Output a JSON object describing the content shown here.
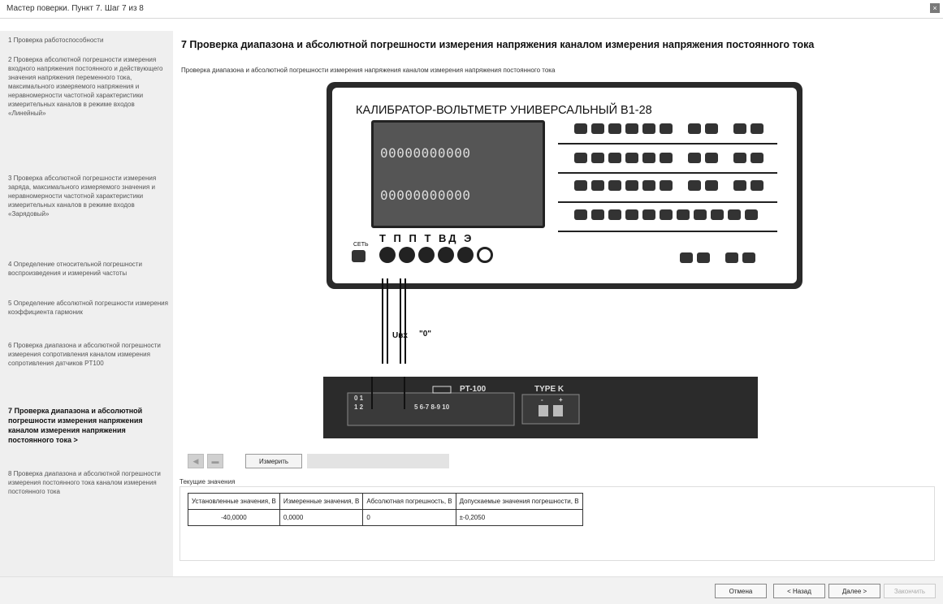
{
  "window": {
    "title": "Мастер поверки. Пункт 7. Шаг 7 из 8",
    "close_label": "×"
  },
  "sidebar": {
    "items": [
      {
        "label": "1 Проверка работоспособности"
      },
      {
        "label": "2 Проверка абсолютной погрешности измерения входного напряжения постоянного и действующего значения напряжения переменного тока, максимального измеряемого напряжения и неравномерности частотной характеристики измерительных каналов в режиме входов «Линейный»"
      },
      {
        "label": "3 Проверка абсолютной погрешности измерения заряда, максимального измеряемого значения и неравномерности частотной характеристики измерительных каналов в режиме входов «Зарядовый»"
      },
      {
        "label": "4 Определение относительной погрешности воспроизведения и измерений частоты"
      },
      {
        "label": "5 Определение абсолютной погрешности измерения коэффициента гармоник"
      },
      {
        "label": "6 Проверка диапазона и абсолютной погрешности измерения сопротивления каналом измерения сопротивления датчиков PT100"
      },
      {
        "label": "7 Проверка диапазона и абсолютной погрешности измерения напряжения каналом измерения напряжения постоянного тока >"
      },
      {
        "label": "8 Проверка диапазона и абсолютной погрешности измерения постоянного тока каналом измерения постоянного тока"
      }
    ]
  },
  "main": {
    "heading": "7 Проверка диапазона и абсолютной погрешности измерения напряжения каналом измерения напряжения постоянного тока",
    "subtitle": "Проверка диапазона и абсолютной погрешности измерения напряжения каналом измерения напряжения постоянного тока"
  },
  "device": {
    "title": "КАЛИБРАТОР-ВОЛЬТМЕТР УНИВЕРСАЛЬНЫЙ В1-28",
    "display_row1": "00000000000",
    "display_row2": "00000000000",
    "terminal_labels": "Т П П Т ВД Э",
    "power_label": "СЕТЬ"
  },
  "wiring": {
    "uin_label": "Uвх",
    "zero_label": "\"0\""
  },
  "connector": {
    "pin_top": "0 1",
    "pin_bottom": "1 2",
    "pins_mid": "5 6-7 8-9 10",
    "pt100_label": "PT-100",
    "typek_label": "TYPE K",
    "minus": "-",
    "plus": "+"
  },
  "toolbar": {
    "measure_label": "Измерить",
    "progress": 0.0
  },
  "results": {
    "label": "Текущие значения",
    "headers": [
      "Установленные значения, В",
      "Измеренные значения, В",
      "Абсолютная погрешность, В",
      "Допускаемые значения погрешности, В"
    ],
    "row": [
      "-40,0000",
      "0,0000",
      "0",
      "±-0,2050"
    ]
  },
  "footer": {
    "cancel": "Отмена",
    "back": "< Назад",
    "next": "Далее >",
    "finish": "Закончить"
  }
}
